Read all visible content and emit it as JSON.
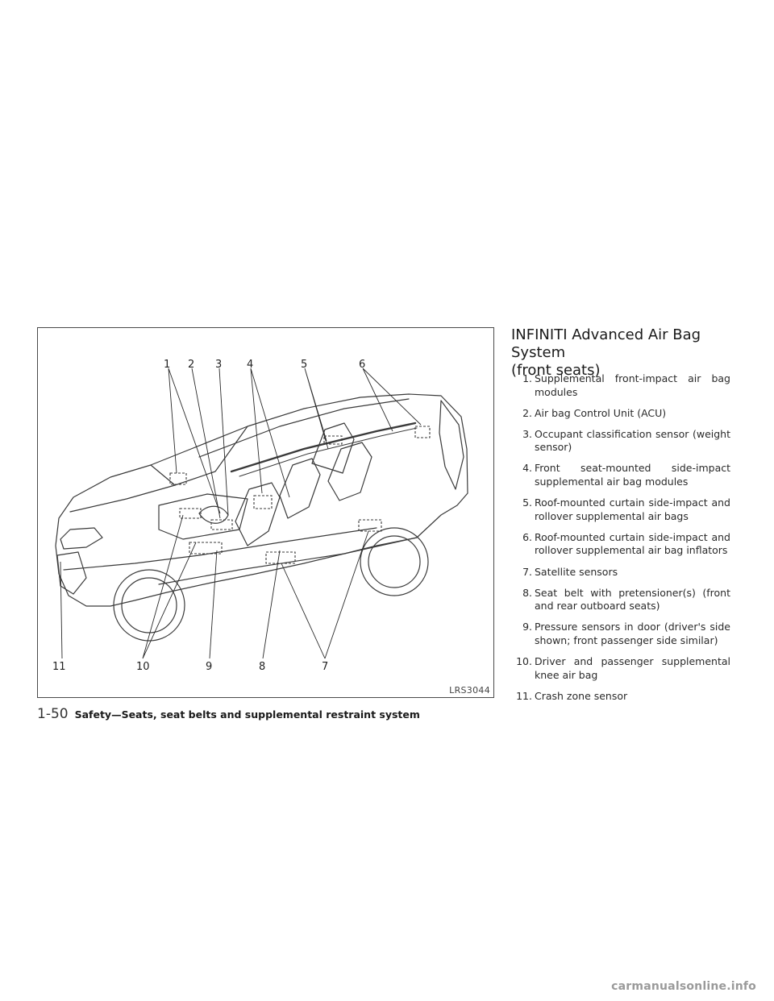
{
  "figure": {
    "callouts": [
      "1",
      "2",
      "3",
      "4",
      "5",
      "6",
      "11",
      "10",
      "9",
      "8",
      "7"
    ],
    "code": "LRS3044"
  },
  "section": {
    "title_line1": "INFINITI Advanced Air Bag System",
    "title_line2": "(front seats)"
  },
  "legend": [
    {
      "num": "1.",
      "text": "Supplemental front-impact air bag modules"
    },
    {
      "num": "2.",
      "text": "Air bag Control Unit (ACU)"
    },
    {
      "num": "3.",
      "text": "Occupant classification sensor (weight sensor)"
    },
    {
      "num": "4.",
      "text": "Front seat-mounted side-impact supplemental air bag modules"
    },
    {
      "num": "5.",
      "text": "Roof-mounted curtain side-impact and rollover supplemental air bags"
    },
    {
      "num": "6.",
      "text": "Roof-mounted curtain side-impact and rollover supplemental air bag inflators"
    },
    {
      "num": "7.",
      "text": "Satellite sensors"
    },
    {
      "num": "8.",
      "text": "Seat belt with pretensioner(s) (front and rear outboard seats)"
    },
    {
      "num": "9.",
      "text": "Pressure sensors in door (driver's side shown; front passenger side similar)"
    },
    {
      "num": "10.",
      "text": "Driver and passenger supplemental knee air bag"
    },
    {
      "num": "11.",
      "text": "Crash zone sensor"
    }
  ],
  "footer": {
    "page": "1-50",
    "running_head": "Safety—Seats, seat belts and supplemental restraint system"
  },
  "watermark": "carmanualsonline.info"
}
